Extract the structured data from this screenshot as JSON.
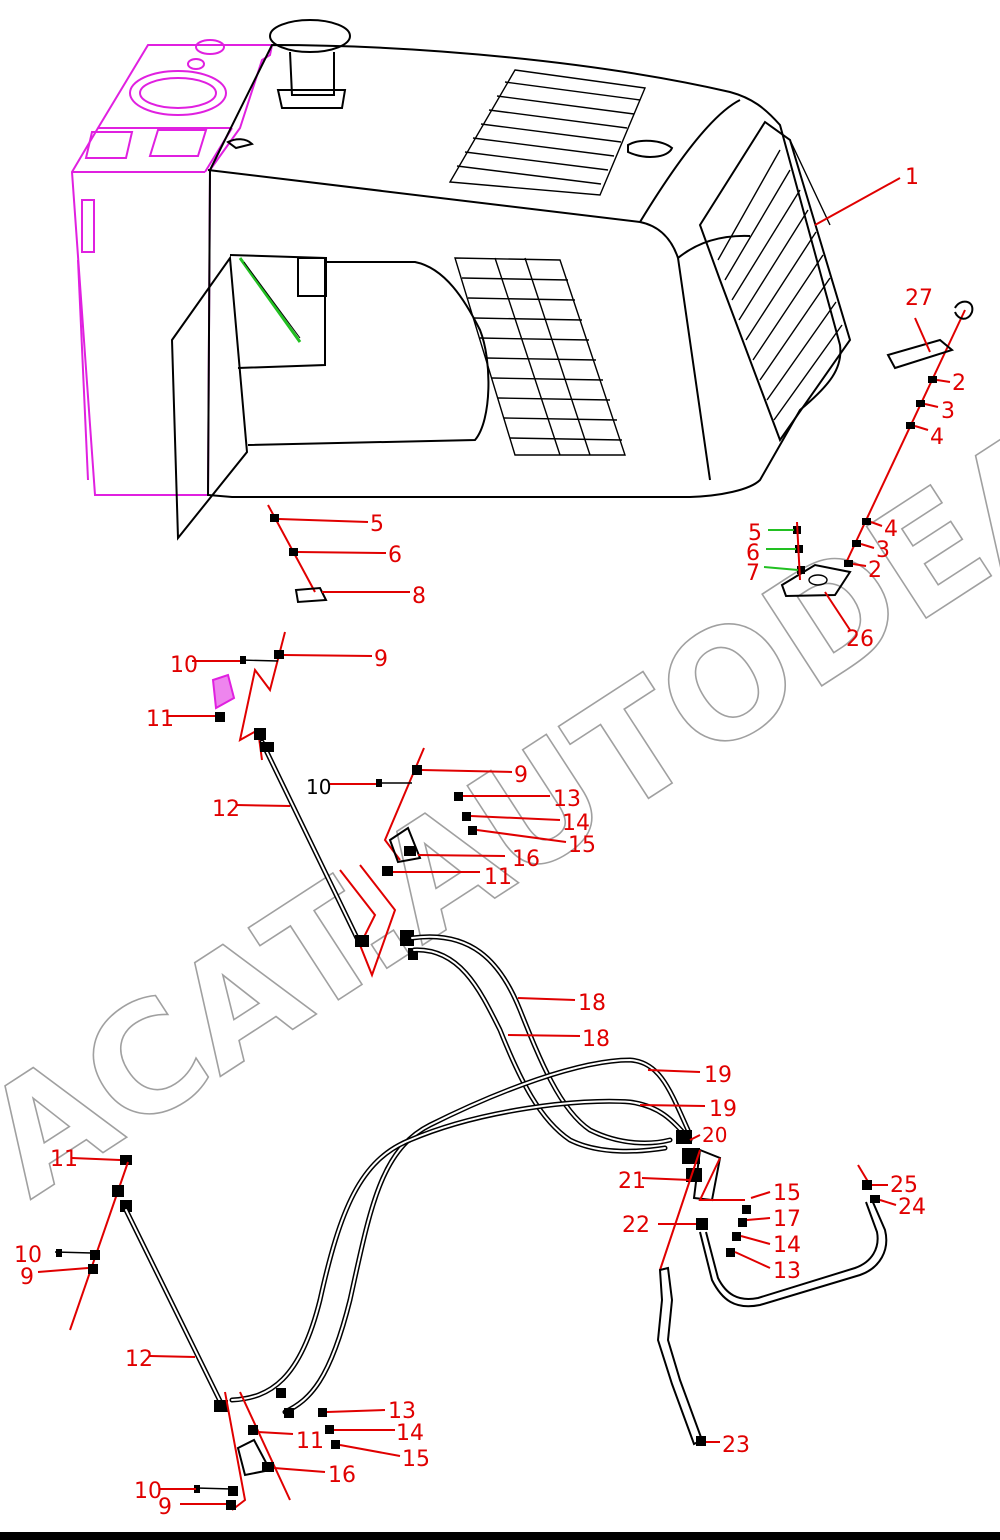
{
  "watermark": "ACAT.AUTODEALER.RU",
  "colors": {
    "callout": "#e00000",
    "outline": "#000000",
    "highlight_part": "#e020e0",
    "alt_leader": "#22c022"
  },
  "callouts": {
    "c1": "1",
    "c27": "27",
    "c2_top": "2",
    "c3_top": "3",
    "c4_top": "4",
    "c4_mid": "4",
    "c3_mid": "3",
    "c2_mid": "2",
    "c5_right": "5",
    "c6_right": "6",
    "c7_right": "7",
    "c26": "26",
    "c5_left": "5",
    "c6_left": "6",
    "c8": "8",
    "c9_a": "9",
    "c10_a": "10",
    "c11_a": "11",
    "c12_a": "12",
    "c10_b": "10",
    "c9_b": "9",
    "c13_a": "13",
    "c14_a": "14",
    "c15_a": "15",
    "c16_a": "16",
    "c11_b": "11",
    "c18_a": "18",
    "c18_b": "18",
    "c19_a": "19",
    "c19_b": "19",
    "c20": "20",
    "c21": "21",
    "c15_b": "15",
    "c17": "17",
    "c14_b": "14",
    "c13_b": "13",
    "c22": "22",
    "c25": "25",
    "c24": "24",
    "c23": "23",
    "c11_c": "11",
    "c10_c": "10",
    "c9_c": "9",
    "c12_b": "12",
    "c13_c": "13",
    "c14_c": "14",
    "c11_d": "11",
    "c15_c": "15",
    "c16_b": "16",
    "c10_d": "10",
    "c9_d": "9"
  }
}
